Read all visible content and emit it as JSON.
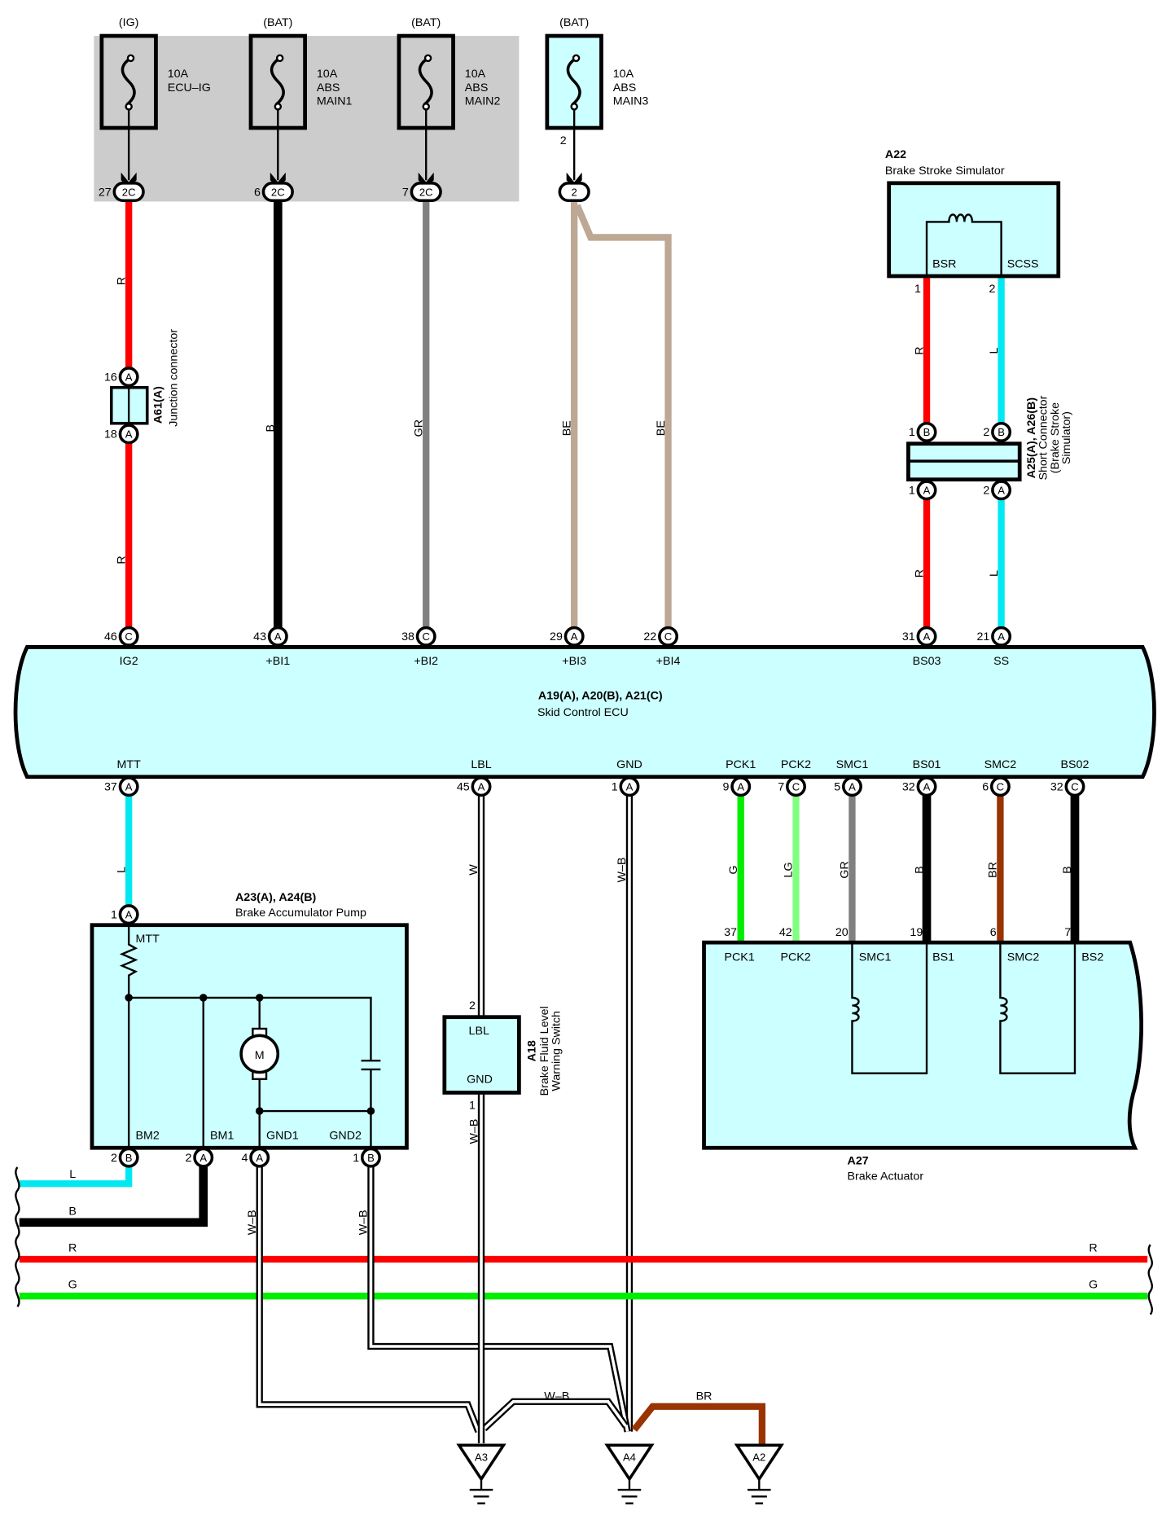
{
  "colors": {
    "R": "#ff0000",
    "B": "#000000",
    "GR": "#808080",
    "BE": "#bca894",
    "L": "#00e8f0",
    "G": "#00ee00",
    "LG": "#80ff80",
    "BR": "#993300",
    "component_fill": "#ccffff",
    "fuse_block": "#cccccc"
  },
  "fuses": [
    {
      "supply": "(IG)",
      "rating": "10A",
      "name": [
        "ECU–IG"
      ],
      "pin": "27",
      "connector": "2C"
    },
    {
      "supply": "(BAT)",
      "rating": "10A",
      "name": [
        "ABS",
        "MAIN1"
      ],
      "pin": "6",
      "connector": "2C"
    },
    {
      "supply": "(BAT)",
      "rating": "10A",
      "name": [
        "ABS",
        "MAIN2"
      ],
      "pin": "7",
      "connector": "2C"
    },
    {
      "supply": "(BAT)",
      "rating": "10A",
      "name": [
        "ABS",
        "MAIN3"
      ],
      "pin": "2",
      "connector": "2"
    }
  ],
  "junction": {
    "id": "A61(A)",
    "name": "Junction connector",
    "pins": [
      {
        "pin": "16",
        "connector": "A"
      },
      {
        "pin": "18",
        "connector": "A"
      }
    ]
  },
  "stroke_simulator": {
    "id": "A22",
    "name": "Brake Stroke Simulator",
    "terminals": [
      "BSR",
      "SCSS"
    ],
    "pins": [
      "1",
      "2"
    ]
  },
  "short_connector": {
    "lines": [
      "A25(A), A26(B)",
      "Short Connector",
      "(Brake Stroke",
      "Simulator)"
    ],
    "pins": [
      {
        "pin": "1",
        "connector": "B"
      },
      {
        "pin": "2",
        "connector": "B"
      },
      {
        "pin": "1",
        "connector": "A"
      },
      {
        "pin": "2",
        "connector": "A"
      }
    ]
  },
  "ecu": {
    "title": "A19(A), A20(B), A21(C)",
    "subtitle": "Skid Control ECU",
    "top_pins": [
      {
        "terminal": "IG2",
        "pin": "46",
        "connector": "C"
      },
      {
        "terminal": "+BI1",
        "pin": "43",
        "connector": "A"
      },
      {
        "terminal": "+BI2",
        "pin": "38",
        "connector": "C"
      },
      {
        "terminal": "+BI3",
        "pin": "29",
        "connector": "A"
      },
      {
        "terminal": "+BI4",
        "pin": "22",
        "connector": "C"
      },
      {
        "terminal": "BS03",
        "pin": "31",
        "connector": "A"
      },
      {
        "terminal": "SS",
        "pin": "21",
        "connector": "A"
      }
    ],
    "bottom_pins": [
      {
        "terminal": "MTT",
        "pin": "37",
        "connector": "A"
      },
      {
        "terminal": "LBL",
        "pin": "45",
        "connector": "A"
      },
      {
        "terminal": "GND",
        "pin": "1",
        "connector": "A"
      },
      {
        "terminal": "PCK1",
        "pin": "9",
        "connector": "A"
      },
      {
        "terminal": "PCK2",
        "pin": "7",
        "connector": "C"
      },
      {
        "terminal": "SMC1",
        "pin": "5",
        "connector": "A"
      },
      {
        "terminal": "BS01",
        "pin": "32",
        "connector": "A"
      },
      {
        "terminal": "SMC2",
        "pin": "6",
        "connector": "C"
      },
      {
        "terminal": "BS02",
        "pin": "32",
        "connector": "C"
      }
    ]
  },
  "pump": {
    "id": "A23(A), A24(B)",
    "name": "Brake Accumulator Pump",
    "motor": "M",
    "input": {
      "terminal": "MTT",
      "pin": "1",
      "connector": "A"
    },
    "outputs": [
      {
        "terminal": "BM2",
        "pin": "2",
        "connector": "B"
      },
      {
        "terminal": "BM1",
        "pin": "2",
        "connector": "A"
      },
      {
        "terminal": "GND1",
        "pin": "4",
        "connector": "A"
      },
      {
        "terminal": "GND2",
        "pin": "1",
        "connector": "B"
      }
    ]
  },
  "fluid_switch": {
    "id": "A18",
    "name": [
      "Brake Fluid Level",
      "Warning Switch"
    ],
    "terminals": [
      "LBL",
      "GND"
    ],
    "pins": [
      "2",
      "1"
    ]
  },
  "actuator": {
    "id": "A27",
    "name": "Brake Actuator",
    "terminals": [
      "PCK1",
      "PCK2",
      "SMC1",
      "BS1",
      "SMC2",
      "BS2"
    ],
    "pins": [
      "37",
      "42",
      "20",
      "19",
      "6",
      "7"
    ]
  },
  "grounds": [
    "A3",
    "A4",
    "A2"
  ],
  "wire_labels": [
    "R",
    "R",
    "B",
    "GR",
    "BE",
    "BE",
    "R",
    "L",
    "R",
    "L",
    "L",
    "W",
    "W–B",
    "G",
    "LG",
    "GR",
    "B",
    "BR",
    "B",
    "W–B",
    "W–B",
    "W–B",
    "L",
    "B",
    "R",
    "R",
    "G",
    "G",
    "W–B",
    "BR"
  ]
}
